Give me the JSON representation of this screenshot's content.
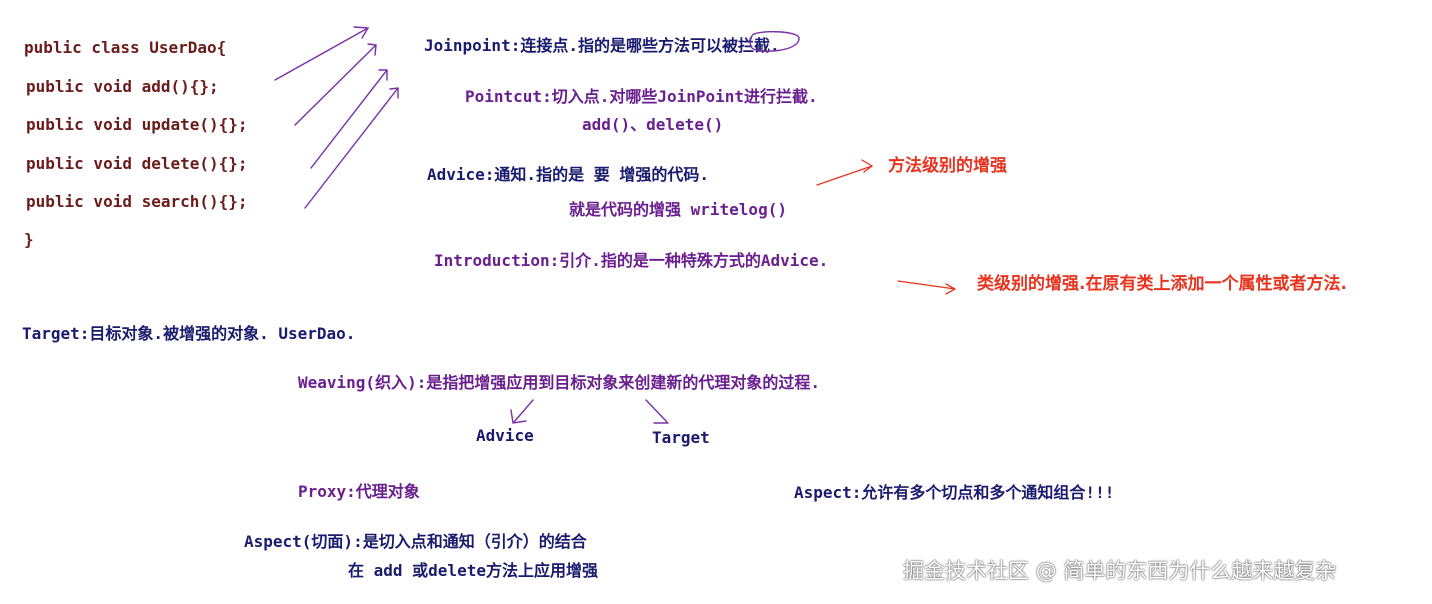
{
  "code": {
    "lines": [
      "public class UserDao{",
      " public void add(){};",
      " public void update(){};",
      " public void delete(){};",
      " public void search(){};",
      "}"
    ]
  },
  "notes": {
    "joinpoint": "Joinpoint:连接点.指的是哪些方法可以被拦截.",
    "pointcut": "Pointcut:切入点.对哪些JoinPoint进行拦截.",
    "pointcut_example": "add()、delete()",
    "advice": "Advice:通知.指的是 要 增强的代码.",
    "advice_detail": "就是代码的增强   writelog()",
    "advice_annotation": "方法级别的增强",
    "introduction": "Introduction:引介.指的是一种特殊方式的Advice.",
    "introduction_annotation": "类级别的增强.在原有类上添加一个属性或者方法.",
    "target": "Target:目标对象.被增强的对象. UserDao.",
    "weaving": "Weaving(织入):是指把增强应用到目标对象来创建新的代理对象的过程.",
    "weaving_advice": "Advice",
    "weaving_target": "Target",
    "proxy": "Proxy:代理对象",
    "aspect_right": "Aspect:允许有多个切点和多个通知组合!!!",
    "aspect": "Aspect(切面):是切入点和通知（引介）的结合",
    "aspect_detail": "在 add 或delete方法上应用增强"
  },
  "watermark": "掘金技术社区 @ 简单的东西为什么越来越复杂",
  "colors": {
    "code": "#6b1b1b",
    "navy": "#1a1a6e",
    "purple": "#6a1f8f",
    "red": "#e8341f",
    "arrow_purple": "#7a2fa8"
  }
}
